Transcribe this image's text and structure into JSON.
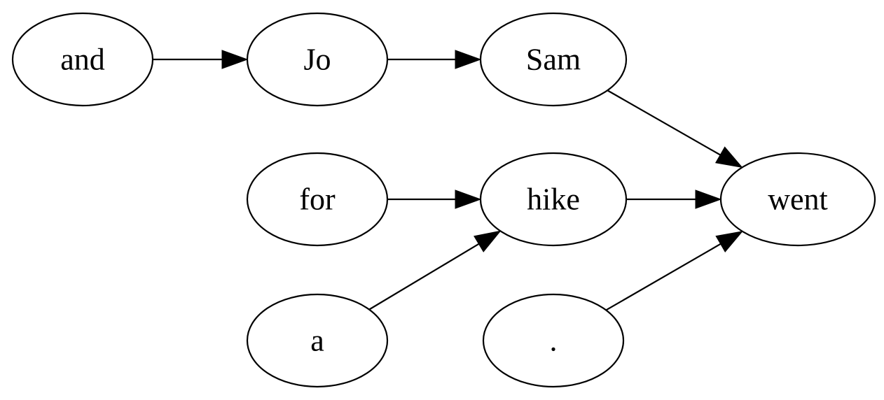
{
  "graph": {
    "nodes": [
      {
        "id": "and",
        "label": "and"
      },
      {
        "id": "jo",
        "label": "Jo"
      },
      {
        "id": "sam",
        "label": "Sam"
      },
      {
        "id": "for",
        "label": "for"
      },
      {
        "id": "hike",
        "label": "hike"
      },
      {
        "id": "went",
        "label": "went"
      },
      {
        "id": "a",
        "label": "a"
      },
      {
        "id": "dot",
        "label": "."
      }
    ],
    "edges": [
      {
        "from": "and",
        "to": "jo"
      },
      {
        "from": "jo",
        "to": "sam"
      },
      {
        "from": "sam",
        "to": "went"
      },
      {
        "from": "for",
        "to": "hike"
      },
      {
        "from": "hike",
        "to": "went"
      },
      {
        "from": "a",
        "to": "hike"
      },
      {
        "from": "dot",
        "to": "went"
      }
    ]
  }
}
